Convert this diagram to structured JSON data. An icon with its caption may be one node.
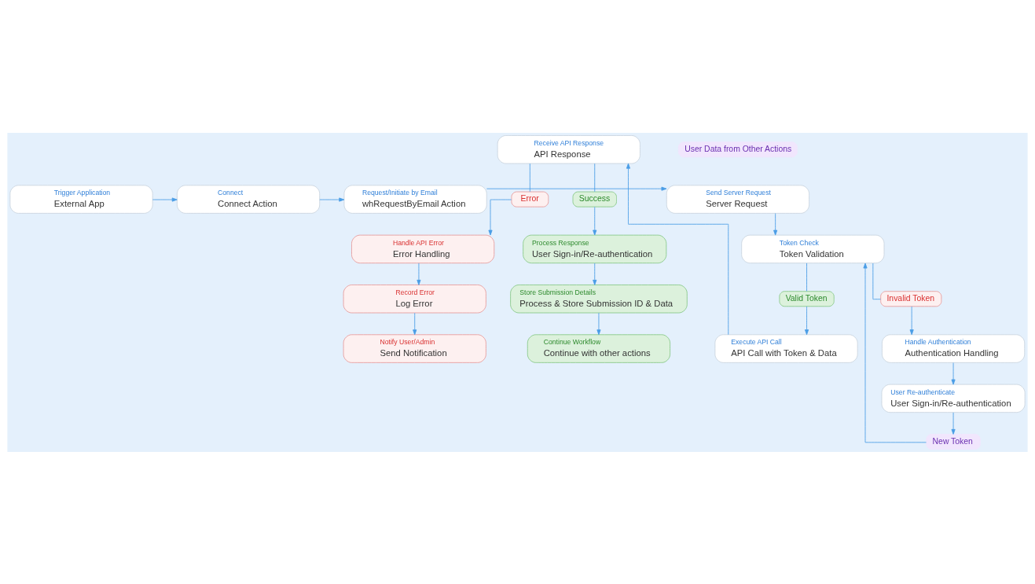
{
  "diagram": {
    "nodes": [
      {
        "text": [
          "Trigger Application",
          "External App"
        ]
      },
      {
        "text": [
          "Connect",
          "Connect Action"
        ]
      },
      {
        "text": [
          "Request/Initiate by Email",
          "whRequestByEmail Action"
        ]
      },
      {
        "text": [
          "Send Server Request",
          "Server Request"
        ]
      },
      {
        "text": [
          "User Data from Other Actions"
        ]
      },
      {
        "text": [
          "Token Check",
          "Token Validation"
        ]
      },
      {
        "text": [
          "Receive API Response",
          "API Response"
        ]
      },
      {
        "text": [
          "Error"
        ]
      },
      {
        "text": [
          "Success"
        ]
      },
      {
        "text": [
          "Valid Token"
        ]
      },
      {
        "text": [
          "Invalid Token"
        ]
      },
      {
        "text": [
          "Handle API Error",
          "Error Handling"
        ]
      },
      {
        "text": [
          "Process Response",
          "User Sign-in/Re-authentication"
        ]
      },
      {
        "text": [
          "Execute API Call",
          "API Call with Token & Data"
        ]
      },
      {
        "text": [
          "Handle Authentication",
          "Authentication Handling"
        ]
      },
      {
        "text": [
          "Record Error",
          "Log Error"
        ]
      },
      {
        "text": [
          "Store Submission Details",
          "Process & Store Submission ID & Data"
        ]
      },
      {
        "text": [
          "User Re-authenticate",
          "User Sign-in/Re-authentication"
        ]
      },
      {
        "text": [
          "Notify User/Admin",
          "Send Notification"
        ]
      },
      {
        "text": [
          "Continue Workflow",
          "Continue with other actions"
        ]
      },
      {
        "text": [
          "New Token"
        ]
      }
    ],
    "edges": [
      {
        "from": 0,
        "to": 1,
        "arrow": "to"
      },
      {
        "from": 1,
        "to": 2,
        "arrow": "to"
      },
      {
        "from": 2,
        "to": 3,
        "arrow": "to"
      },
      {
        "from": 3,
        "to": 5,
        "arrow": "to"
      },
      {
        "from": 5,
        "to": 9,
        "arrow": "none"
      },
      {
        "from": 9,
        "to": 13,
        "arrow": "to"
      },
      {
        "from": 5,
        "to": 10,
        "arrow": "none"
      },
      {
        "from": 10,
        "to": 14,
        "arrow": "to"
      },
      {
        "from": 13,
        "to": 6,
        "arrow": "to"
      },
      {
        "from": 6,
        "to": 7,
        "arrow": "none"
      },
      {
        "from": 7,
        "to": 11,
        "arrow": "to"
      },
      {
        "from": 6,
        "to": 8,
        "arrow": "none"
      },
      {
        "from": 8,
        "to": 12,
        "arrow": "to"
      },
      {
        "from": 11,
        "to": 15,
        "arrow": "to"
      },
      {
        "from": 15,
        "to": 18,
        "arrow": "to"
      },
      {
        "from": 12,
        "to": 16,
        "arrow": "to"
      },
      {
        "from": 16,
        "to": 19,
        "arrow": "to"
      },
      {
        "from": 14,
        "to": 17,
        "arrow": "to"
      },
      {
        "from": 17,
        "to": 20,
        "arrow": "to"
      },
      {
        "from": 20,
        "to": 5,
        "arrow": "to"
      }
    ]
  }
}
